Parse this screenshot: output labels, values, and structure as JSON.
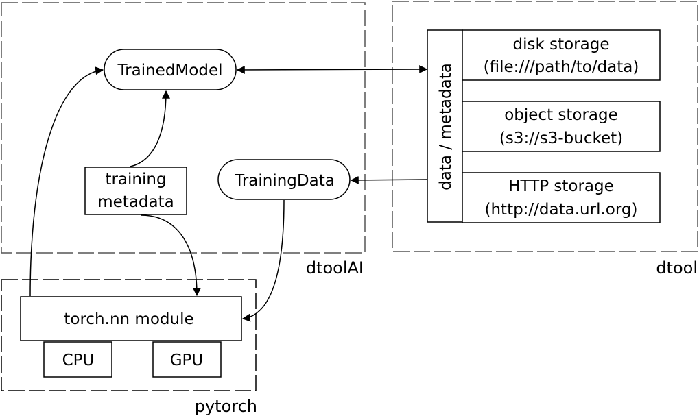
{
  "groups": {
    "dtoolai": "dtoolAI",
    "dtool": "dtool",
    "pytorch": "pytorch"
  },
  "nodes": {
    "trained_model": "TrainedModel",
    "training_data": "TrainingData",
    "training_metadata_line1": "training",
    "training_metadata_line2": "metadata",
    "torch_module": "torch.nn module",
    "cpu": "CPU",
    "gpu": "GPU",
    "data_metadata": "data / metadata"
  },
  "storage": {
    "disk_line1": "disk storage",
    "disk_line2": "(file:///path/to/data)",
    "object_line1": "object storage",
    "object_line2": "(s3://s3-bucket)",
    "http_line1": "HTTP storage",
    "http_line2": "(http://data.url.org)"
  }
}
